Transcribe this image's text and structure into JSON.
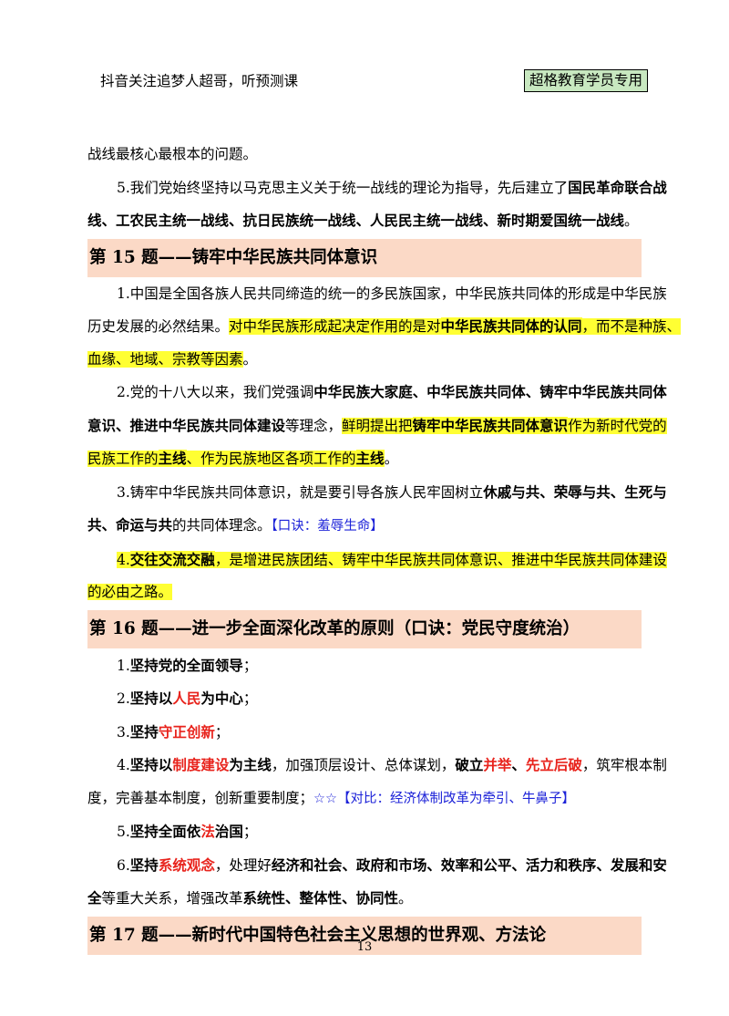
{
  "header": {
    "left_text": "抖音关注追梦人超哥，听预测课",
    "right_badge": "超格教育学员专用"
  },
  "intro": {
    "p1": "战线最核心最根本的问题。",
    "p2_a": "5.我们党始终坚持以马克思主义关于统一战线的理论为指导，先后建立了",
    "p2_b": "国民革命联合战",
    "p2_c": "线、工农民主统一战线、抗日民族统一战线、人民民主统一战线、新时期爱国统一战线",
    "p2_d": "。"
  },
  "q15": {
    "title": "第 15 题——铸牢中华民族共同体意识",
    "p1_a": "1.中国是全国各族人民共同缔造的统一的多民族国家，中华民族共同体的形成是中华民族",
    "p1_b": "历史发展的必然结果。",
    "p1_c": "对中华民族形成起决定作用的是对",
    "p1_d": "中华民族共同体的认同",
    "p1_e": "，而不是种族、",
    "p1_f": "血缘、地域、宗教等因素",
    "p1_g": "。",
    "p2_a": "2.党的十八大以来，我们党强调",
    "p2_b": "中华民族大家庭、中华民族共同体、铸牢中华民族共同体",
    "p2_c": "意识、推进中华民族共同体建设",
    "p2_d": "等理念，",
    "p2_e": "鲜明提出把",
    "p2_f": "铸牢中华民族共同体意识",
    "p2_g": "作为新时代党的",
    "p2_h": "民族工作的",
    "p2_i": "主线",
    "p2_j": "、作为民族地区各项工作的",
    "p2_k": "主线",
    "p2_l": "。",
    "p3_a": "3.铸牢中华民族共同体意识，就是要引导各族人民牢固树立",
    "p3_b": "休戚与共、荣辱与共、生死与",
    "p3_c": "共、命运与共",
    "p3_d": "的共同体理念。",
    "p3_e": "【口诀：羞辱生命】",
    "p4_a": "4.",
    "p4_b": "交往交流交融",
    "p4_c": "，是增进民族团结、铸牢中华民族共同体意识、推进中华民族共同体建设",
    "p4_d": "的必由之路。"
  },
  "q16": {
    "title": "第 16 题——进一步全面深化改革的原则（口诀：党民守度统治）",
    "i1": "1.",
    "i1_b": "坚持党的全面领导",
    "i1_c": "；",
    "i2": "2.",
    "i2_b": "坚持以",
    "i2_r": "人民",
    "i2_b2": "为中心",
    "i2_c": "；",
    "i3": "3.",
    "i3_b": "坚持",
    "i3_r": "守正创新",
    "i3_c": "；",
    "i4": "4.",
    "i4_b": "坚持以",
    "i4_r": "制度建设",
    "i4_b2": "为主线",
    "i4_t": "，加强顶层设计、总体谋划，",
    "i4_b3": "破立",
    "i4_r2": "并举",
    "i4_b4": "、",
    "i4_r3": "先立后破",
    "i4_t2": "，筑牢根本制",
    "i4_l2": "度，完善基本制度，创新重要制度；",
    "i4_note": "☆☆【对比：经济体制改革为牵引、牛鼻子】",
    "i5": "5.",
    "i5_b": "坚持全面依",
    "i5_r": "法",
    "i5_b2": "治国",
    "i5_c": "；",
    "i6": "6.",
    "i6_b": "坚持",
    "i6_r": "系统观念",
    "i6_t": "，处理好",
    "i6_b2": "经济和社会、政府和市场、效率和公平、活力和秩序、发展和安",
    "i6_b3": "全",
    "i6_t2": "等重大关系，增强改革",
    "i6_b4": "系统性、整体性、协同性",
    "i6_t3": "。"
  },
  "q17": {
    "title": "第 17 题——新时代中国特色社会主义思想的世界观、方法论"
  },
  "page_number": "13",
  "colors": {
    "highlight": "#ffff33",
    "section_bg": "#fbd9c6",
    "red_text": "#e8231c",
    "blue_text": "#1c22d8",
    "badge_bg": "#c8e8c0"
  }
}
